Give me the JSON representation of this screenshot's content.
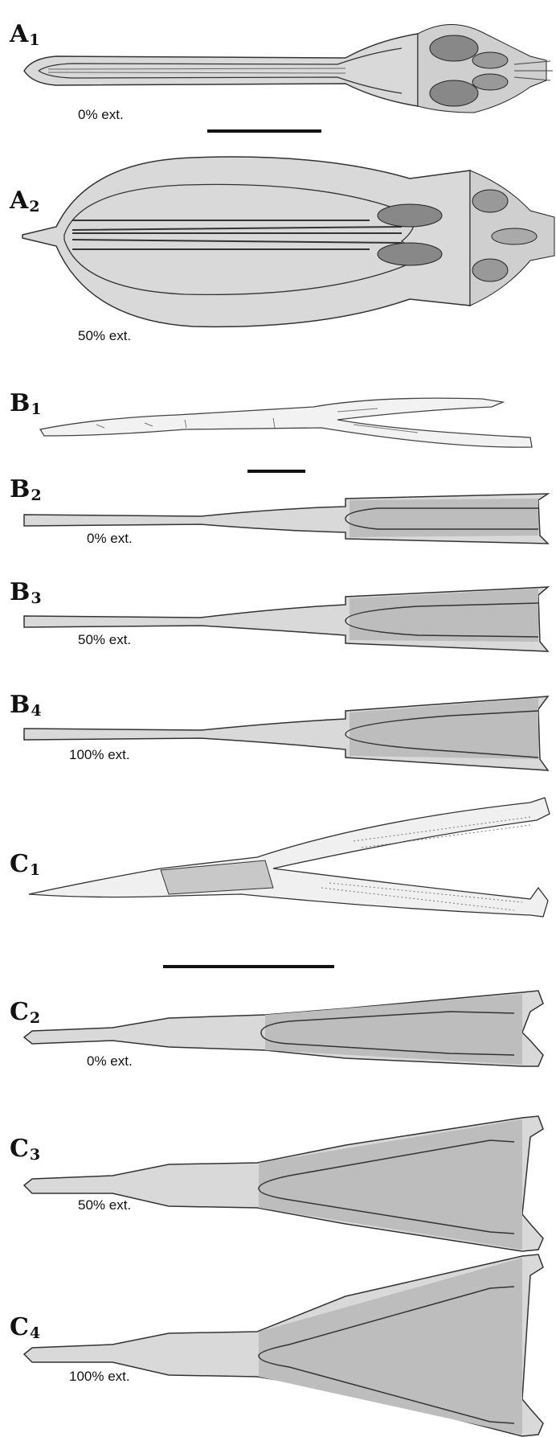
{
  "panels": {
    "A1": {
      "letter": "A",
      "sub": "1",
      "ext": "0% ext."
    },
    "A2": {
      "letter": "A",
      "sub": "2",
      "ext": "50% ext."
    },
    "B1": {
      "letter": "B",
      "sub": "1"
    },
    "B2": {
      "letter": "B",
      "sub": "2",
      "ext": "0% ext."
    },
    "B3": {
      "letter": "B",
      "sub": "3",
      "ext": "50% ext."
    },
    "B4": {
      "letter": "B",
      "sub": "4",
      "ext": "100% ext."
    },
    "C1": {
      "letter": "C",
      "sub": "1"
    },
    "C2": {
      "letter": "C",
      "sub": "2",
      "ext": "0% ext."
    },
    "C3": {
      "letter": "C",
      "sub": "3",
      "ext": "50% ext."
    },
    "C4": {
      "letter": "C",
      "sub": "4",
      "ext": "100% ext."
    }
  },
  "colors": {
    "membrane_light": "#d9d9d9",
    "membrane_dark": "#bdbdbd",
    "outline": "#333333",
    "scale_bar": "#111111",
    "muscle": "#555555"
  }
}
